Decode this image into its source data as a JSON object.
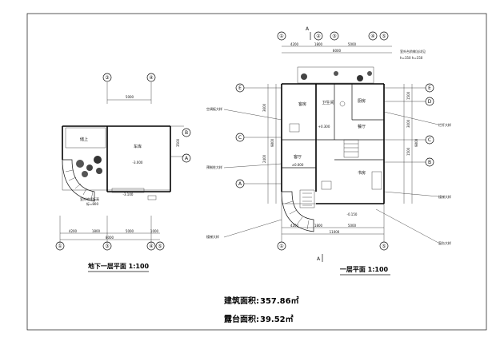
{
  "basement": {
    "axes_top": [
      "③",
      "④"
    ],
    "dim_top": "5000",
    "axes_right": [
      "B",
      "A"
    ],
    "dim_right": "3500",
    "rooms": [
      "储上",
      "车库"
    ],
    "elev1": "-3.000",
    "elev2": "-3.100",
    "note1": "室外地坪标高",
    "note2": "标=800",
    "dims_bottom": [
      "4200",
      "1800",
      "5000",
      "1000"
    ],
    "dim_total": "8000",
    "axes_bottom": [
      "①",
      "③",
      "④",
      "⑤"
    ],
    "caption": "地下一层平面 1:100"
  },
  "first_floor": {
    "section_mark": "A",
    "axes_top": [
      "①",
      "②",
      "③",
      "④",
      "⑤"
    ],
    "dims_top": [
      "4200",
      "1800",
      "5000"
    ],
    "dim_total": "8000",
    "rooms": [
      "客房",
      "卫生间",
      "厨房",
      "餐厅",
      "客厅",
      "书房"
    ],
    "elev_living": "±0.000",
    "elev_entry": "+0.300",
    "elev_out": "-0.150",
    "callouts": [
      "空调板大样",
      "预制柱大样",
      "楼梯大样",
      "室外台阶做法详见",
      "h=150 h=150",
      "栏杆大样",
      "楼梯大样",
      "窗台大样"
    ],
    "axes_left": [
      "E",
      "C",
      "A"
    ],
    "dims_left": [
      "3600",
      "2400"
    ],
    "dim_left_total": "9800",
    "axes_right": [
      "E",
      "D",
      "C",
      "B"
    ],
    "dims_right": [
      "1500",
      "3000",
      "1500"
    ],
    "dim_right_total": "9800",
    "dims_bottom": [
      "4200",
      "1800",
      "5000"
    ],
    "dim_bottom_total": "11000",
    "axes_bottom": [
      "①",
      "⑤"
    ],
    "caption": "一层平面 1:100"
  },
  "summary": {
    "building_area_label": "建筑面积:",
    "building_area_value": "357.86㎡",
    "terrace_area_label": "露台面积:",
    "terrace_area_value": "39.52㎡"
  }
}
